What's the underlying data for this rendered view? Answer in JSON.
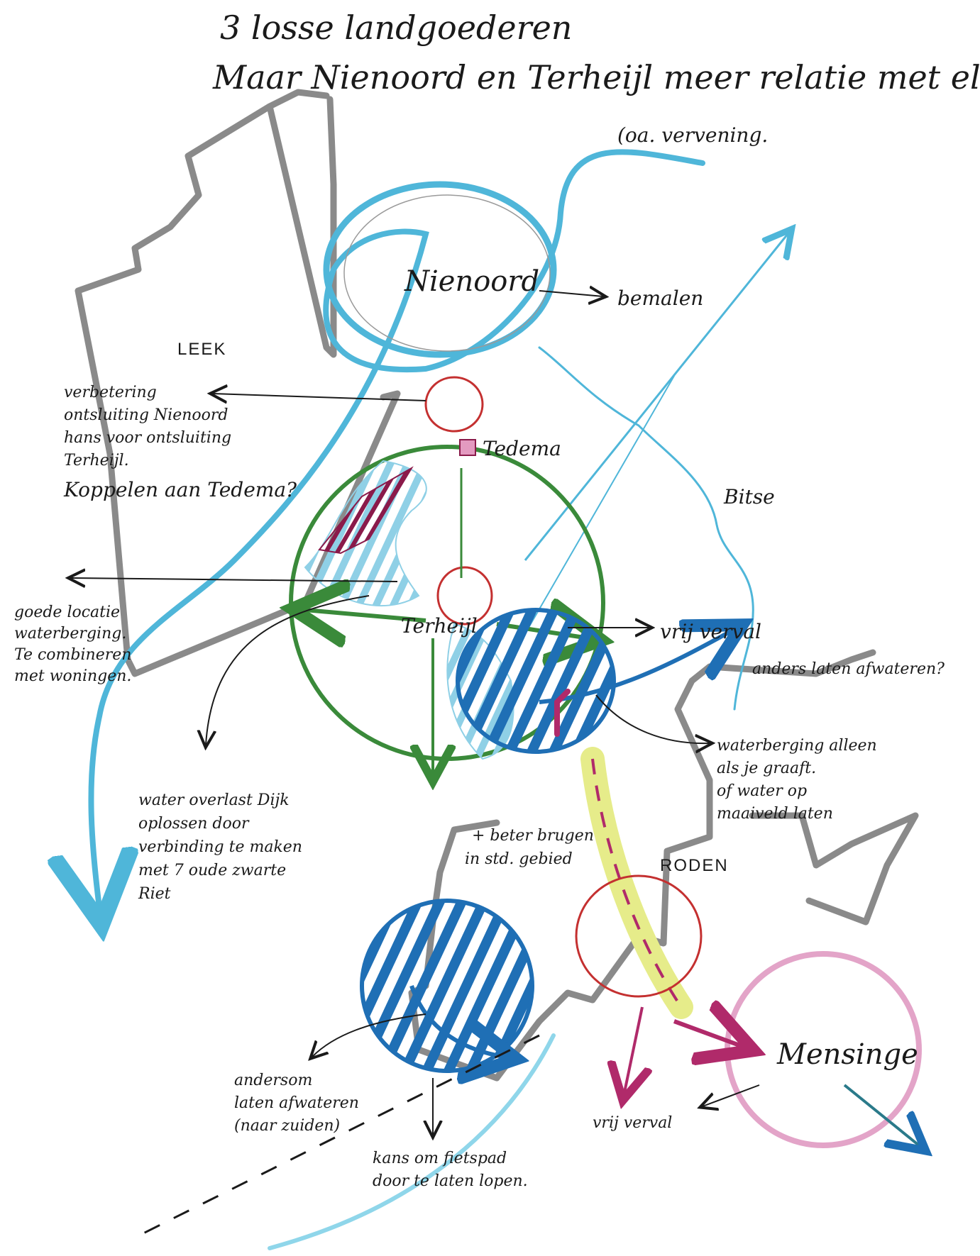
{
  "title_line_1": "3 losse landgoederen",
  "title_line_2": "Maar Nienoord en Terheijl meer relatie met elkaar",
  "title_line_3": "(oa. vervening.",
  "places": {
    "nienoord": "Nienoord",
    "leek": "LEEK",
    "terheijl": "Terheijl",
    "tedema": "Tedema",
    "bitse": "Bitse",
    "roden": "RODEN",
    "mensinge": "Mensinge"
  },
  "notes": {
    "bemalen": "bemalen",
    "vrij_verval": "vrij verval",
    "anders_laten_afwateren": "anders laten afwateren?",
    "ontsluiting": [
      "verbetering",
      "ontsluiting Nienoord",
      "hans voor ontsluiting",
      "Terheijl.",
      "Koppelen aan Tedema?"
    ],
    "goede_locatie": [
      "goede locatie",
      "waterberging.",
      "Te combineren",
      "met woningen."
    ],
    "wateroverlast": [
      "water overlast Dijk",
      "oplossen door",
      "verbinding te maken",
      "met 7 oude zwarte",
      "Riet"
    ],
    "waterberging_alleen": [
      "waterberging alleen",
      "als je graaft.",
      "of water op",
      "maaiveld laten"
    ],
    "beter_brugen": [
      "+ beter brugen",
      "in std. gebied"
    ],
    "anders_om": [
      "andersom",
      "laten afwateren",
      "(naar zuiden)"
    ],
    "kans_fietspad": [
      "kans om fietspad",
      "door te laten lopen."
    ],
    "vrij_verval_2": "vrij verval"
  },
  "colors": {
    "ink": "#1a1a1a",
    "water_light": "#4fb6d9",
    "water_dark": "#1f6fb5",
    "boundary": "#7a7a7a",
    "green": "#3a8a3a",
    "red": "#c43030",
    "magenta": "#b02a6a",
    "yellow": "#e6ec8a",
    "pink": "#e3a4c8"
  }
}
